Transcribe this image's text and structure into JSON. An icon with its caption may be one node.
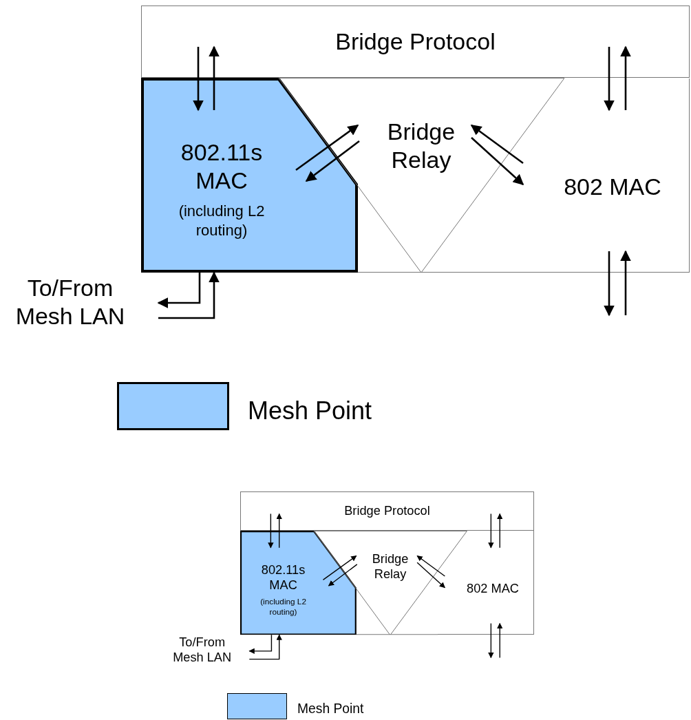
{
  "diagram": {
    "nodes": [
      {
        "text": [
          "Bridge Protocol"
        ]
      },
      {
        "text": [
          "802.11s MAC",
          "(including L2 routing)"
        ]
      },
      {
        "text": [
          "Bridge Relay"
        ]
      },
      {
        "text": [
          "802 MAC"
        ]
      },
      {
        "text": [
          "To/From Mesh LAN"
        ]
      },
      {
        "text": [
          "Bridge Protocol"
        ]
      },
      {
        "text": [
          "802.11s MAC",
          "(including L2 routing)"
        ]
      },
      {
        "text": [
          "Bridge Relay"
        ]
      },
      {
        "text": [
          "802 MAC"
        ]
      },
      {
        "text": [
          "To/From Mesh LAN"
        ]
      }
    ],
    "edges": [
      {
        "from": 0,
        "to": 1,
        "arrow": "to"
      },
      {
        "from": 1,
        "to": 0,
        "arrow": "to"
      },
      {
        "from": 1,
        "to": 2,
        "arrow": "to"
      },
      {
        "from": 2,
        "to": 1,
        "arrow": "to"
      },
      {
        "from": 3,
        "to": 2,
        "arrow": "to"
      },
      {
        "from": 2,
        "to": 3,
        "arrow": "to"
      },
      {
        "from": 0,
        "to": 3,
        "arrow": "to"
      },
      {
        "from": 3,
        "to": 0,
        "arrow": "to"
      },
      {
        "from": 3,
        "to": null,
        "arrow": "to"
      },
      {
        "from": null,
        "to": 3,
        "arrow": "to"
      },
      {
        "from": 1,
        "to": 4,
        "arrow": "to"
      },
      {
        "from": 4,
        "to": 1,
        "arrow": "to"
      },
      {
        "from": 5,
        "to": 6,
        "arrow": "to"
      },
      {
        "from": 6,
        "to": 5,
        "arrow": "to"
      },
      {
        "from": 6,
        "to": 7,
        "arrow": "to"
      },
      {
        "from": 7,
        "to": 6,
        "arrow": "to"
      },
      {
        "from": 8,
        "to": 7,
        "arrow": "to"
      },
      {
        "from": 7,
        "to": 8,
        "arrow": "to"
      },
      {
        "from": 5,
        "to": 8,
        "arrow": "to"
      },
      {
        "from": 8,
        "to": 5,
        "arrow": "to"
      },
      {
        "from": 8,
        "to": null,
        "arrow": "to"
      },
      {
        "from": null,
        "to": 8,
        "arrow": "to"
      },
      {
        "from": 6,
        "to": 9,
        "arrow": "to"
      },
      {
        "from": 9,
        "to": 6,
        "arrow": "to"
      }
    ],
    "legend": [
      {
        "text": "Mesh Point",
        "color": "#99ccff"
      },
      {
        "text": "Mesh Point",
        "color": "#99ccff"
      }
    ]
  }
}
